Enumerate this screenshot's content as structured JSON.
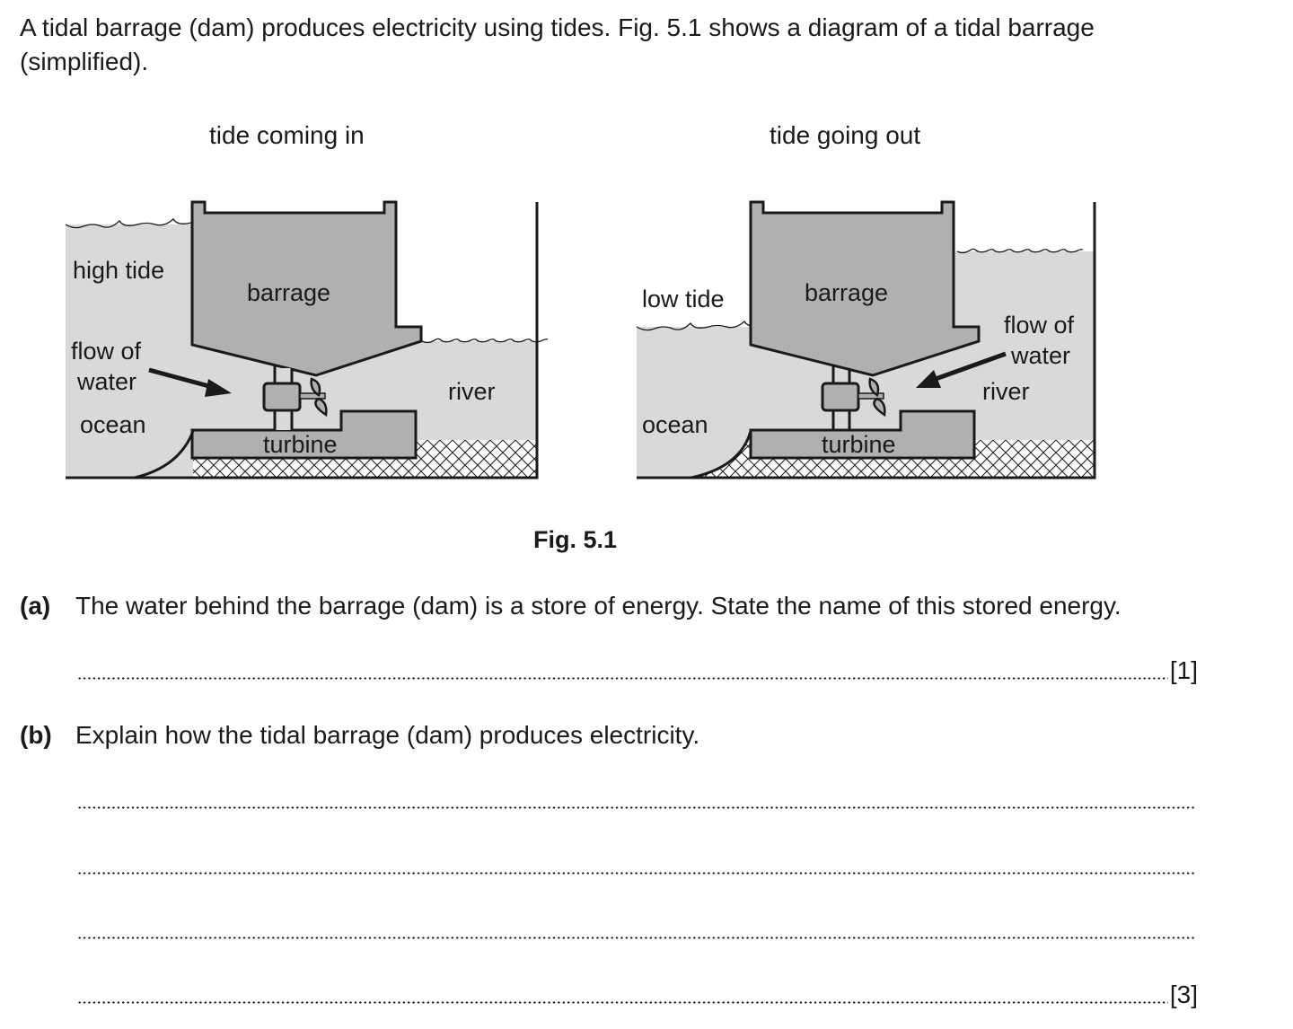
{
  "intro": "A tidal barrage (dam) produces electricity using tides. Fig. 5.1 shows a diagram of a tidal barrage (simplified).",
  "figure": {
    "caption": "Fig. 5.1",
    "left_panel": {
      "title": "tide coming in",
      "labels": {
        "tide": "high tide",
        "barrage": "barrage",
        "flow_line1": "flow of",
        "flow_line2": "water",
        "ocean": "ocean",
        "river": "river",
        "turbine": "turbine"
      },
      "flow_direction": "ocean-to-river"
    },
    "right_panel": {
      "title": "tide going out",
      "labels": {
        "tide": "low tide",
        "barrage": "barrage",
        "flow_line1": "flow of",
        "flow_line2": "water",
        "ocean": "ocean",
        "river": "river",
        "turbine": "turbine"
      },
      "flow_direction": "river-to-ocean"
    },
    "colors": {
      "water": "#d9d9d9",
      "structure": "#b0b0b0",
      "outline": "#1a1a1a"
    }
  },
  "questions": [
    {
      "label": "(a)",
      "text": "The water behind the barrage (dam) is a store of energy. State the name of this stored energy.",
      "answer_lines": [
        {
          "value": "",
          "marks": "[1]"
        }
      ]
    },
    {
      "label": "(b)",
      "text": "Explain how the tidal barrage (dam) produces electricity.",
      "answer_lines": [
        {
          "value": "",
          "marks": ""
        },
        {
          "value": "",
          "marks": ""
        },
        {
          "value": "",
          "marks": ""
        },
        {
          "value": "",
          "marks": "[3]"
        }
      ]
    }
  ]
}
